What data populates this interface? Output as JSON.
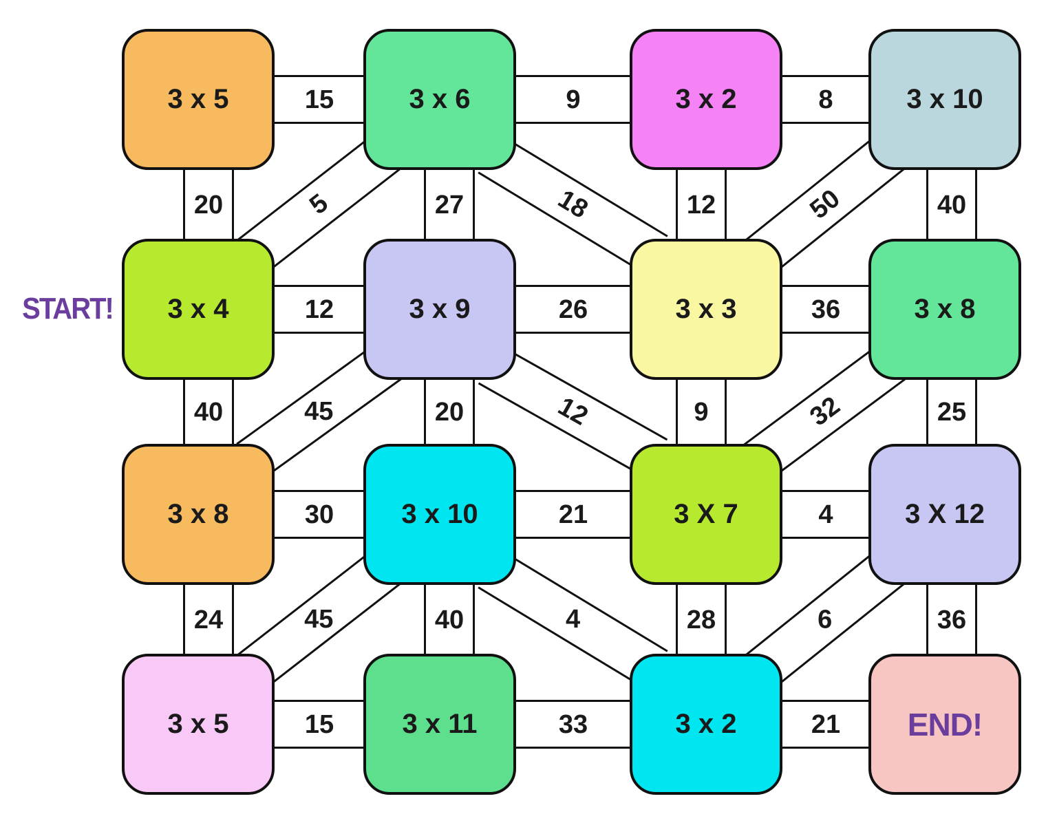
{
  "page": {
    "background": "#FFFFFF"
  },
  "colors": {
    "line": "#111111",
    "ink": "#1A1A1A",
    "purple": "#6B3E9E"
  },
  "start_label": "START!",
  "boxes": [
    {
      "row": 1,
      "col": 1,
      "label": "3 x 5",
      "color": "#F7BA5E"
    },
    {
      "row": 1,
      "col": 2,
      "label": "3 x 6",
      "color": "#64E69A"
    },
    {
      "row": 1,
      "col": 3,
      "label": "3 x 2",
      "color": "#F583F5"
    },
    {
      "row": 1,
      "col": 4,
      "label": "3 x 10",
      "color": "#B9D7DC"
    },
    {
      "row": 2,
      "col": 1,
      "label": "3 x 4",
      "color": "#B7EA2E"
    },
    {
      "row": 2,
      "col": 2,
      "label": "3 x 9",
      "color": "#C8C6F2"
    },
    {
      "row": 2,
      "col": 3,
      "label": "3 x 3",
      "color": "#FAF7A2"
    },
    {
      "row": 2,
      "col": 4,
      "label": "3 x 8",
      "color": "#64E69A"
    },
    {
      "row": 3,
      "col": 1,
      "label": "3 x 8",
      "color": "#F7BA5E"
    },
    {
      "row": 3,
      "col": 2,
      "label": "3 x 10",
      "color": "#00E6F0"
    },
    {
      "row": 3,
      "col": 3,
      "label": "3 X 7",
      "color": "#B7EA2E"
    },
    {
      "row": 3,
      "col": 4,
      "label": "3 X 12",
      "color": "#C8C6F2"
    },
    {
      "row": 4,
      "col": 1,
      "label": "3 x 5",
      "color": "#F8C9F6"
    },
    {
      "row": 4,
      "col": 2,
      "label": "3 x 11",
      "color": "#5DDF8E"
    },
    {
      "row": 4,
      "col": 3,
      "label": "3 x 2",
      "color": "#00E6F0"
    },
    {
      "row": 4,
      "col": 4,
      "label": "END!",
      "color": "#F7C6C2",
      "is_end": true
    }
  ],
  "connectors": {
    "horizontal": [
      {
        "row": 1,
        "between": [
          "3 x 5",
          "3 x 6"
        ],
        "value": "15"
      },
      {
        "row": 1,
        "between": [
          "3 x 6",
          "3 x 2"
        ],
        "value": "9"
      },
      {
        "row": 1,
        "between": [
          "3 x 2",
          "3 x 10"
        ],
        "value": "8"
      },
      {
        "row": 2,
        "between": [
          "3 x 4",
          "3 x 9"
        ],
        "value": "12"
      },
      {
        "row": 2,
        "between": [
          "3 x 9",
          "3 x 3"
        ],
        "value": "26"
      },
      {
        "row": 2,
        "between": [
          "3 x 3",
          "3 x 8"
        ],
        "value": "36"
      },
      {
        "row": 3,
        "between": [
          "3 x 8",
          "3 x 10"
        ],
        "value": "30"
      },
      {
        "row": 3,
        "between": [
          "3 x 10",
          "3 X 7"
        ],
        "value": "21"
      },
      {
        "row": 3,
        "between": [
          "3 X 7",
          "3 X 12"
        ],
        "value": "4"
      },
      {
        "row": 4,
        "between": [
          "3 x 5",
          "3 x 11"
        ],
        "value": "15"
      },
      {
        "row": 4,
        "between": [
          "3 x 11",
          "3 x 2"
        ],
        "value": "33"
      },
      {
        "row": 4,
        "between": [
          "3 x 2",
          "END!"
        ],
        "value": "21"
      }
    ],
    "vertical": [
      {
        "col": 1,
        "between": [
          "3 x 5",
          "3 x 4"
        ],
        "value": "20"
      },
      {
        "col": 2,
        "between": [
          "3 x 6",
          "3 x 9"
        ],
        "value": "27"
      },
      {
        "col": 3,
        "between": [
          "3 x 2",
          "3 x 3"
        ],
        "value": "12"
      },
      {
        "col": 4,
        "between": [
          "3 x 10",
          "3 x 8"
        ],
        "value": "40"
      },
      {
        "col": 1,
        "between": [
          "3 x 4",
          "3 x 8"
        ],
        "value": "40"
      },
      {
        "col": 2,
        "between": [
          "3 x 9",
          "3 x 10"
        ],
        "value": "20"
      },
      {
        "col": 3,
        "between": [
          "3 x 3",
          "3 X 7"
        ],
        "value": "9"
      },
      {
        "col": 4,
        "between": [
          "3 x 8",
          "3 X 12"
        ],
        "value": "25"
      },
      {
        "col": 1,
        "between": [
          "3 x 8",
          "3 x 5"
        ],
        "value": "24"
      },
      {
        "col": 2,
        "between": [
          "3 x 10",
          "3 x 11"
        ],
        "value": "40"
      },
      {
        "col": 3,
        "between": [
          "3 X 7",
          "3 x 2"
        ],
        "value": "28"
      },
      {
        "col": 4,
        "between": [
          "3 X 12",
          "END!"
        ],
        "value": "36"
      }
    ],
    "diagonal": [
      {
        "between": [
          "3 x 4",
          "3 x 6"
        ],
        "value": "5",
        "label_rotated": true
      },
      {
        "between": [
          "3 x 6",
          "3 x 3"
        ],
        "value": "18",
        "label_rotated": true
      },
      {
        "between": [
          "3 x 3",
          "3 x 10"
        ],
        "value": "50",
        "label_rotated": true
      },
      {
        "between": [
          "3 x 8",
          "3 x 9"
        ],
        "value": "45",
        "label_rotated": false
      },
      {
        "between": [
          "3 x 9",
          "3 X 7"
        ],
        "value": "12",
        "label_rotated": true
      },
      {
        "between": [
          "3 X 7",
          "3 x 8"
        ],
        "value": "32",
        "label_rotated": true
      },
      {
        "between": [
          "3 x 5",
          "3 x 10"
        ],
        "value": "45",
        "label_rotated": false
      },
      {
        "between": [
          "3 x 10",
          "3 x 2"
        ],
        "value": "4",
        "label_rotated": false
      },
      {
        "between": [
          "3 x 2",
          "3 X 12"
        ],
        "value": "6",
        "label_rotated": false
      }
    ]
  }
}
